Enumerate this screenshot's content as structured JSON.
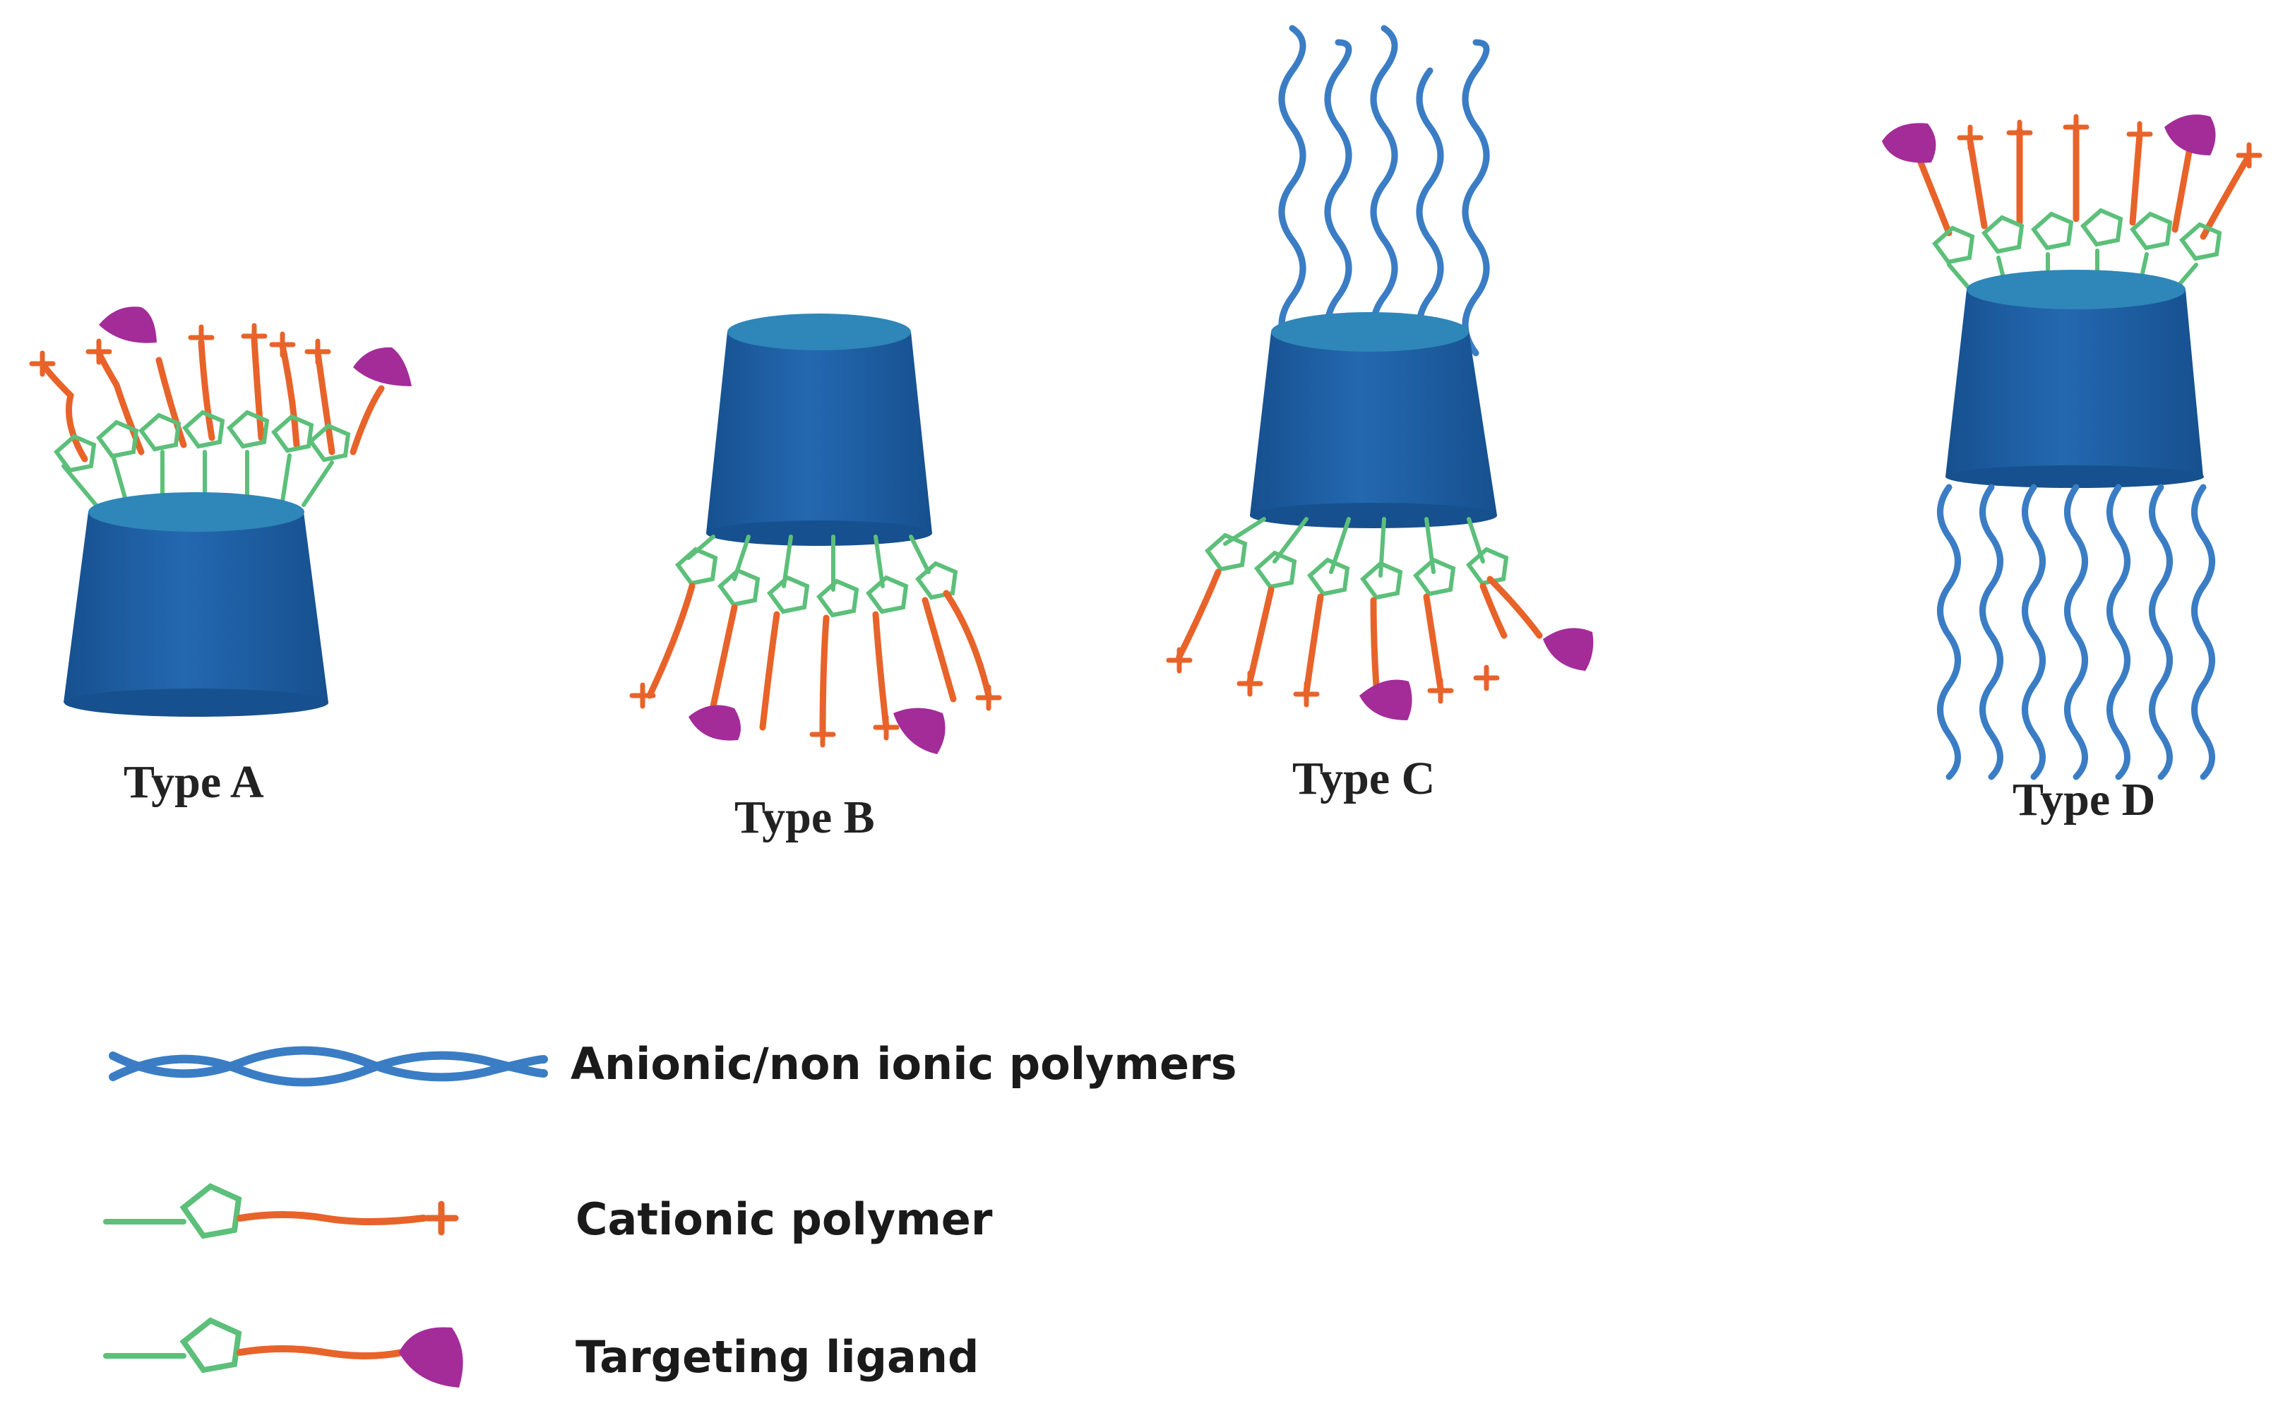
{
  "colors": {
    "cyclodextrin": "#1f63a8",
    "cyclodextrin_top": "#2f86b8",
    "anionic_polymer": "#3a7dc4",
    "linker": "#5cbf7a",
    "cationic_chain": "#e8632a",
    "ligand": "#a32c98",
    "label_text": "#222222"
  },
  "variants": [
    {
      "label": "Type A"
    },
    {
      "label": "Type B"
    },
    {
      "label": "Type C"
    },
    {
      "label": "Type D"
    }
  ],
  "legend": [
    {
      "label": "Anionic/non ionic polymers",
      "icon": "wavy-polymer-icon"
    },
    {
      "label": "Cationic polymer",
      "icon": "pentagon-chain-plus-icon"
    },
    {
      "label": "Targeting ligand",
      "icon": "pentagon-chain-ligand-icon"
    }
  ]
}
